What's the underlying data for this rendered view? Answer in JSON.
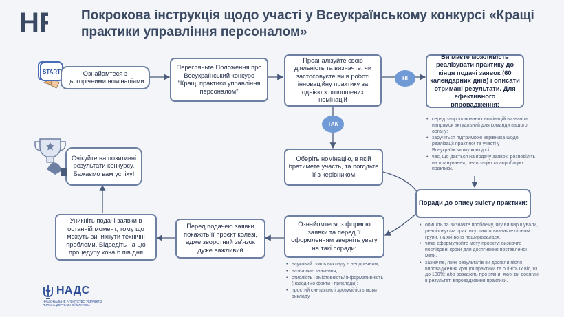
{
  "logo_text": "HR",
  "title": "Покрокова інструкція щодо участі у Всеукраїнському конкурсі «Кращі практики управління персоналом»",
  "start_label": "START",
  "yes_label": "ТАК",
  "no_label": "НІ",
  "steps": {
    "s1": "Ознайомтеся з цьогорічними номінаціями",
    "s2": "Перегляньте Положення про Всеукраїнський конкурс \"Кращі практики управління персоналом\"",
    "s3": "Проаналізуйте свою діяльність та визначте, чи застосовуєте ви в роботі інноваційну практику за однією з оголошених номінацій",
    "s4": "Ви маєте можливість реалізувати практику до кінця подачі заявок (60 календарних днів) і описати отримані результати. Для ефективного впровадження:",
    "s5": "Оберіть номінацію, в якій братимете участь, та погодьте її з керівником",
    "s6": "Поради до опису змісту практики:",
    "s7": "Ознайомтеся із формою заявки та перед її оформленням зверніть увагу на такі поради:",
    "s8": "Перед подачею заявки покажіть її проєкт колезі, адже зворотний зв'язок дуже важливий",
    "s9": "Уникніть подачі заявки в останній момент, тому що можуть виникнути технічні проблеми. Відведіть на цю процедуру хоча б пів дня",
    "s10": "Очікуйте на позитивні результати конкурсу. Бажаємо вам успіху!"
  },
  "bullets_effective": [
    "серед запропонованих номінацій визначіть напрямок актуальний для команди вашого органу;",
    "заручіться підтримкою керівника щодо реалізації практики та участі у Всеукраїнському конкурсі;",
    "час, що дається на подачу заявок, розподіліть на планування, реалізацію та апробацію практики."
  ],
  "bullets_description": [
    "опишіть та визначте проблему, яку ви вирішували, реалізовуючи практику; також визначте цільові групи, на які вона поширювалася.",
    "чітко сформулюйте мету проєкту; визначте послідовні кроки для досягнення поставленої мети.",
    "зазначте, яких результатів ви досягли після впровадження кращої практики та оцініть їх від 10 до 100%; або розкажіть про зміни, яких ви досягли в результаті впровадження практики."
  ],
  "bullets_form": [
    "науковий стиль викладу є недоречним;",
    "назва має значення;",
    "стислість і змістовність/ інформативність (наводимо факти і приклади);",
    "простий синтаксис і зрозумілість мови викладу."
  ],
  "nads_name": "НАДС",
  "nads_subtitle": "НАЦІОНАЛЬНЕ АГЕНТСТВО УКРАЇНИ З ПИТАНЬ ДЕРЖАВНОЇ СЛУЖБИ",
  "colors": {
    "accent": "#6d7fa3",
    "pill": "#6f9ad6",
    "title": "#3b4a63",
    "brand": "#2c4c96"
  }
}
